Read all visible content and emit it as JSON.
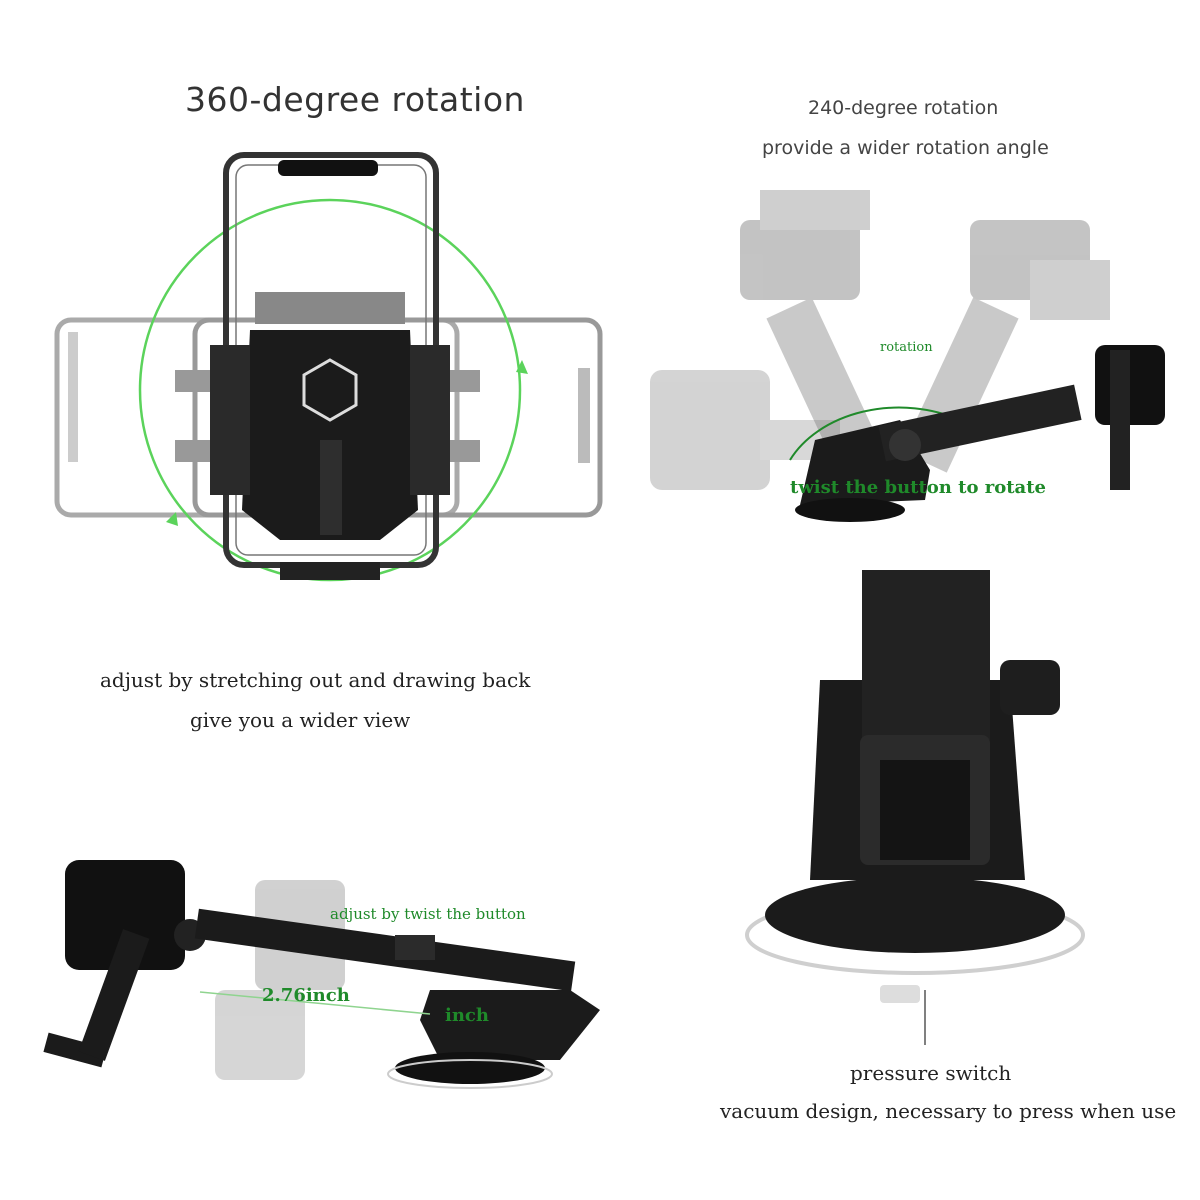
{
  "texts": {
    "rotation_360": "360-degree rotation",
    "rotation_240_title": "240-degree rotation",
    "rotation_240_sub": "provide a wider rotation angle",
    "rotation_label": "rotation",
    "twist_label": "twist the button to rotate",
    "adjust_line1": "adjust by stretching out and drawing back",
    "adjust_line2": "give you a wider view",
    "adjust_twist": "adjust by twist the button",
    "measure_1": "2.76inch",
    "measure_2": "inch",
    "pressure_switch": "pressure switch",
    "vacuum_design": "vacuum design, necessary to press when use"
  },
  "colors": {
    "accent_green": "#1f8a2a",
    "ring_green": "#5bd35b",
    "mount_black": "#1b1b1b"
  }
}
